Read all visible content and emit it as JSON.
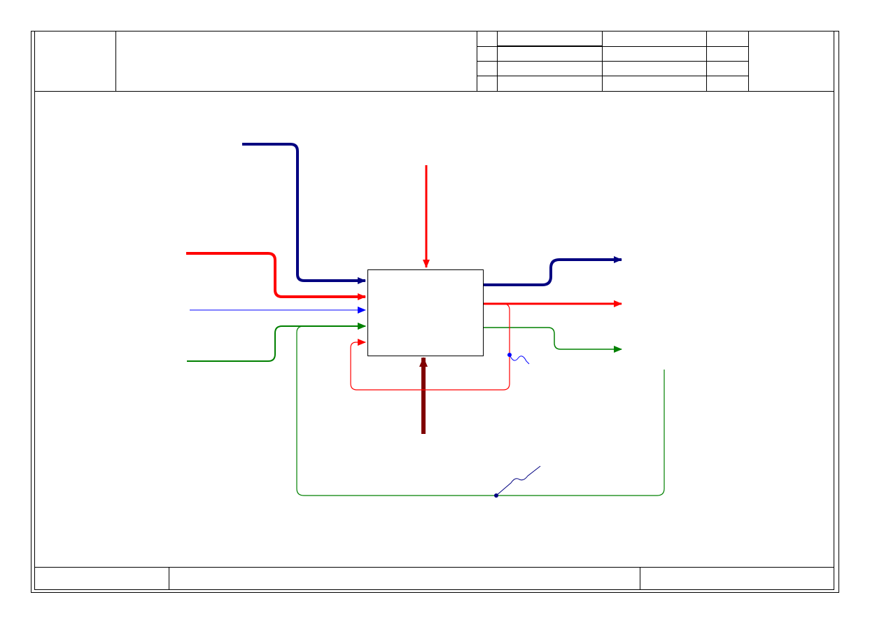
{
  "header": {
    "used_at": "",
    "author_block": "",
    "status_rows": [
      {
        "mark": "",
        "label": "",
        "value": "",
        "extra": ""
      },
      {
        "mark": "",
        "label": "",
        "value": "",
        "extra": ""
      },
      {
        "mark": "",
        "label": "",
        "value": "",
        "extra": ""
      },
      {
        "mark": "",
        "label": "",
        "value": "",
        "extra": ""
      }
    ],
    "context": ""
  },
  "footer": {
    "node": "",
    "title": "",
    "number": ""
  },
  "diagram": {
    "activity_box": {
      "label": ""
    },
    "colors": {
      "navy": "#000080",
      "red": "#ff0000",
      "blue": "#0000ff",
      "green": "#008000",
      "maroon": "#800000",
      "border": "#000000"
    },
    "arrows": [
      {
        "id": "input-navy",
        "role": "input",
        "color": "navy",
        "label": ""
      },
      {
        "id": "input-red",
        "role": "input",
        "color": "red",
        "label": ""
      },
      {
        "id": "input-blue",
        "role": "input",
        "color": "blue",
        "label": ""
      },
      {
        "id": "input-green",
        "role": "input",
        "color": "green",
        "label": ""
      },
      {
        "id": "control-red",
        "role": "control",
        "color": "red",
        "label": ""
      },
      {
        "id": "mechanism-maroon",
        "role": "mechanism",
        "color": "maroon",
        "label": ""
      },
      {
        "id": "output-navy",
        "role": "output",
        "color": "navy",
        "label": ""
      },
      {
        "id": "output-red",
        "role": "output",
        "color": "red",
        "label": ""
      },
      {
        "id": "output-green",
        "role": "output",
        "color": "green",
        "label": ""
      },
      {
        "id": "feedback-red",
        "role": "feedback",
        "color": "red",
        "label": ""
      },
      {
        "id": "feedback-green",
        "role": "feedback",
        "color": "green",
        "label": ""
      }
    ]
  }
}
